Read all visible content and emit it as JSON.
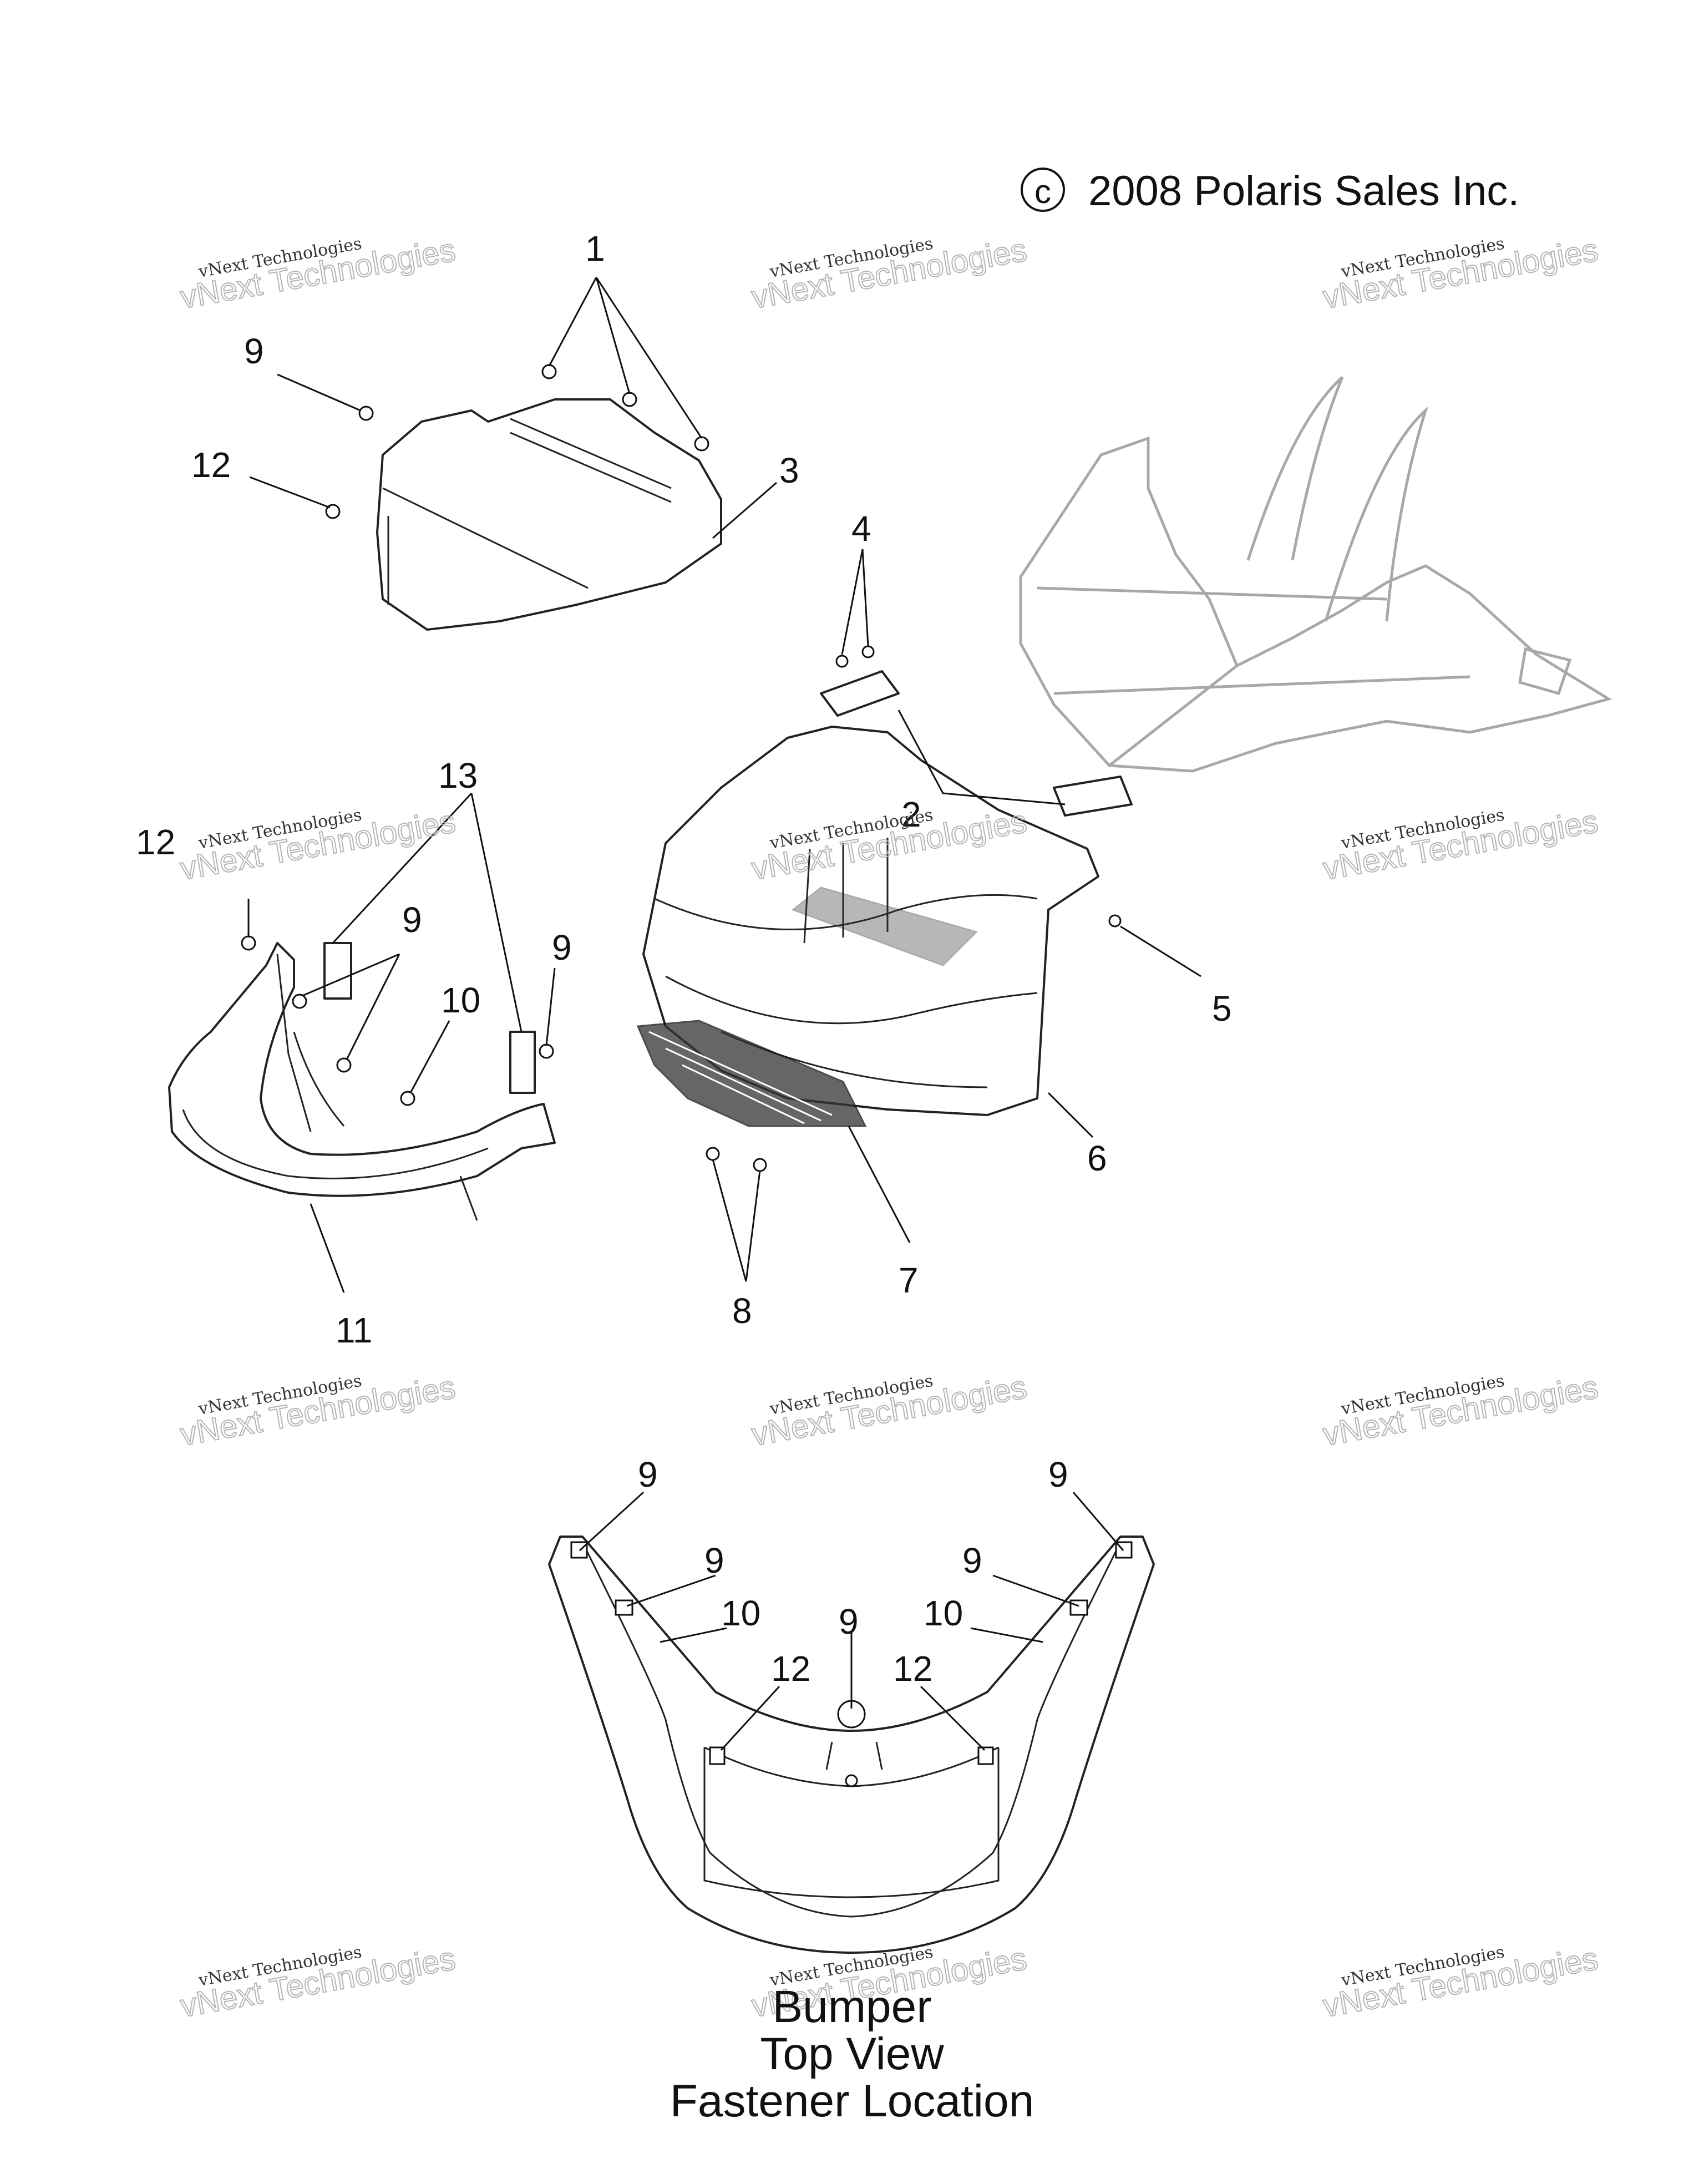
{
  "copyright": {
    "symbol": "c",
    "text": "2008 Polaris Sales Inc."
  },
  "watermark": {
    "line1": "vNext Technologies",
    "line2": "vNext Technologies"
  },
  "callouts": {
    "c1": "1",
    "c2": "2",
    "c3": "3",
    "c4": "4",
    "c5": "5",
    "c6": "6",
    "c7": "7",
    "c8": "8",
    "c9a": "9",
    "c9b": "9",
    "c9c": "9",
    "c10a": "10",
    "c11": "11",
    "c12a": "12",
    "c12b": "12",
    "c13": "13"
  },
  "top_view_callouts": {
    "t9a": "9",
    "t9b": "9",
    "t9c": "9",
    "t9d": "9",
    "t9e": "9",
    "t10a": "10",
    "t10b": "10",
    "t12a": "12",
    "t12b": "12"
  },
  "caption": {
    "line1": "Bumper",
    "line2": "Top View",
    "line3": "Fastener Location"
  }
}
